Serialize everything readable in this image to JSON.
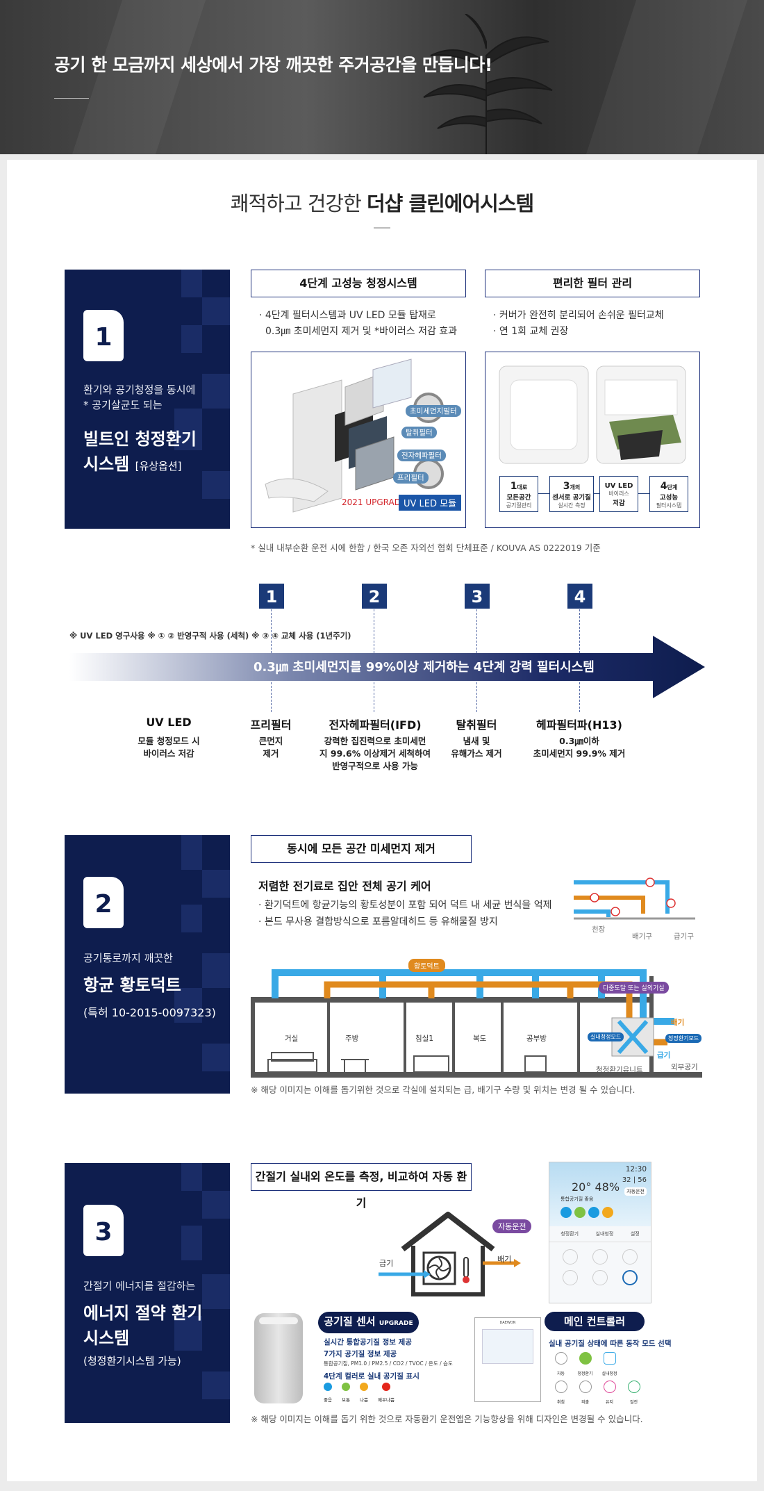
{
  "hero": {
    "title": "공기 한 모금까지 세상에서 가장 깨끗한 주거공간을 만듭니다!"
  },
  "heading": {
    "prefix": "쾌적하고 건강한 ",
    "bold": "더샵 클린에어시스템"
  },
  "s1": {
    "num": "1",
    "sub1": "환기와 공기청정을 동시에",
    "sub2": "* 공기살균도 되는",
    "big1": "빌트인 청정환기",
    "big2": "시스템",
    "option": "[유상옵션]",
    "box1": {
      "title": "4단계 고성능 청정시스템",
      "line1": "· 4단계 필터시스템과 UV LED 모듈 탑재로",
      "line2": "0.3㎛ 초미세먼지 제거 및 *바이러스 저감 효과"
    },
    "box2": {
      "title": "편리한 필터 관리",
      "line1": "· 커버가 완전히 분리되어 손쉬운 필터교체",
      "line2": "· 연 1회 교체 권장"
    },
    "img1": {
      "upgrade": "2021 UPGRADE",
      "uv": "UV LED 모듈",
      "tags": [
        "초미세먼지필터",
        "탈취필터",
        "전자헤파필터",
        "프리필터"
      ]
    },
    "features": [
      {
        "big": "1",
        "small": "대로",
        "line1": "모든공간",
        "line2": "공기질관리"
      },
      {
        "big": "3",
        "small": "개의",
        "line1": "센서로 공기질",
        "line2": "실시간 측정"
      },
      {
        "big": "UV LED",
        "small": "",
        "line1": "바이러스",
        "line2": "저감"
      },
      {
        "big": "4",
        "small": "단계",
        "line1": "고성능",
        "line2": "필터시스템"
      }
    ],
    "footnote": "* 실내 내부순환 운전 시에 한함 / 한국 오존 자외선 협회 단체표준 / KOUVA AS 0222019 기준"
  },
  "filters": {
    "numbers": [
      "1",
      "2",
      "3",
      "4"
    ],
    "note": "※ UV LED 영구사용  ※ ① ② 반영구적 사용 (세척)  ※ ③ ④ 교체 사용 (1년주기)",
    "arrow": "0.3㎛ 초미세먼지를 99%이상 제거하는 4단계 강력 필터시스템",
    "items": [
      {
        "name": "UV LED",
        "d1": "모듈 청정모드 시",
        "d2": "바이러스 저감",
        "d3": ""
      },
      {
        "name": "프리필터",
        "d1": "큰먼지",
        "d2": "제거",
        "d3": ""
      },
      {
        "name": "전자헤파필터(IFD)",
        "d1": "강력한 집진력으로 초미세먼",
        "d2": "지 99.6% 이상제거 세척하여",
        "d3": "반영구적으로 사용 가능"
      },
      {
        "name": "탈취필터",
        "d1": "냄새 및",
        "d2": "유해가스 제거",
        "d3": ""
      },
      {
        "name": "헤파필터파(H13)",
        "d1": "0.3㎛이하",
        "d2": "초미세먼지 99.9% 제거",
        "d3": ""
      }
    ]
  },
  "s2": {
    "num": "2",
    "sub": "공기통로까지 깨끗한",
    "big": "항균 황토덕트",
    "note": "(특허 10-2015-0097323)",
    "boxtitle": "동시에 모든 공간 미세먼지 제거",
    "h": "저렴한 전기료로 집안 전체 공기 케어",
    "line1": "· 환기덕트에 항균기능의 황토성분이 포함 되어 덕트 내 세균 번식을 억제",
    "line2": "· 본드 무사용 결합방식으로 포름알데히드 등 유해물질 방지",
    "mini": {
      "ceiling": "천장",
      "exhaust": "배기구",
      "supply": "급기구"
    },
    "rooms": [
      "거실",
      "주방",
      "침실1",
      "복도",
      "공부방"
    ],
    "duct": "황토덕트",
    "tag1": "다중도달 또는 실외기실",
    "inner": "실내청정모드",
    "out": "청정환기모드",
    "exhaust": "배기",
    "supply": "급기",
    "outair": "외부공기",
    "unit": "청정환기유니트",
    "footnote": "※ 해당 이미지는 이해를 돕기위한 것으로 각실에 설치되는 급, 배기구 수량 및 위치는 변경 될 수 있습니다."
  },
  "s3": {
    "num": "3",
    "sub": "간절기 에너지를 절감하는",
    "big1": "에너지 절약 환기",
    "big2": "시스템",
    "note": "(청정환기시스템 가능)",
    "boxtitle": "간절기 실내외 온도를 측정, 비교하여 자동 환기",
    "house": {
      "auto": "자동운전",
      "supply": "급기",
      "exhaust": "배기"
    },
    "phone": {
      "time": "12:30",
      "temp": "20",
      "hum": "48",
      "out": "32 | 56",
      "status": "통합공기질 좋음",
      "auto": "자동운전",
      "tabs": [
        "청정환기",
        "실내청정",
        "설정"
      ]
    },
    "sensor": {
      "title": "공기질 센서",
      "upgrade": "UPGRADE",
      "l1": "실시간 통합공기질 정보 제공",
      "l2": "7가지 공기질 정보 제공",
      "l3": "통합공기질, PM1.0 / PM2.5 / CO2 / TVOC / 온도 / 습도",
      "l4": "4단계 컬러로 실내 공기질 표시",
      "levels": [
        "좋음",
        "보통",
        "나쁨",
        "매우나쁨"
      ],
      "colors": [
        "#1a9be0",
        "#7fc242",
        "#f2a81d",
        "#e4261b"
      ]
    },
    "controller": {
      "title": "메인 컨트롤러",
      "desc": "실내 공기질 상태에 따른 동작 모드 선택",
      "modes": [
        "자동",
        "청정환기",
        "실내청정",
        "취침",
        "외출",
        "유지",
        "절전"
      ],
      "brand": "DAEWON"
    },
    "footnote": "※ 해당 이미지는 이해를 돕기 위한 것으로 자동환기 운전앱은 기능향상을 위해 디자인은 변경될 수 있습니다."
  },
  "colors": {
    "navy": "#0e1d4e",
    "accent": "#1b3a78",
    "orange": "#e08a1e",
    "sky": "#39a9e6"
  }
}
